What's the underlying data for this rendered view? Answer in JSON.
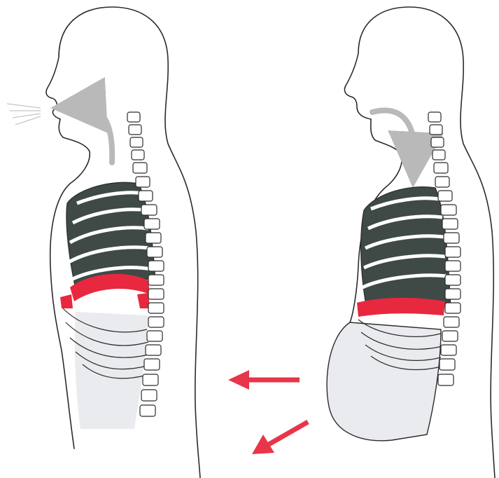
{
  "figures": [
    {
      "id": "exhale",
      "phase": "exhalation",
      "airflow_direction": "out-of-mouth",
      "diaphragm_position": "raised",
      "abdomen": "flat"
    },
    {
      "id": "inhale",
      "phase": "inhalation",
      "airflow_direction": "into-mouth",
      "diaphragm_position": "lowered",
      "abdomen": "expanded"
    }
  ],
  "arrows": [
    {
      "id": "arrow-left",
      "direction": "left"
    },
    {
      "id": "arrow-down-left",
      "direction": "down-left"
    }
  ],
  "colors": {
    "background": "#ffffff",
    "outline": "#2b2b2b",
    "lung": "#3f4a47",
    "diaphragm": "#e8283f",
    "abdomen": "#e9ebee",
    "airflow": "#b9b9b9",
    "arrow": "#e8354a"
  }
}
